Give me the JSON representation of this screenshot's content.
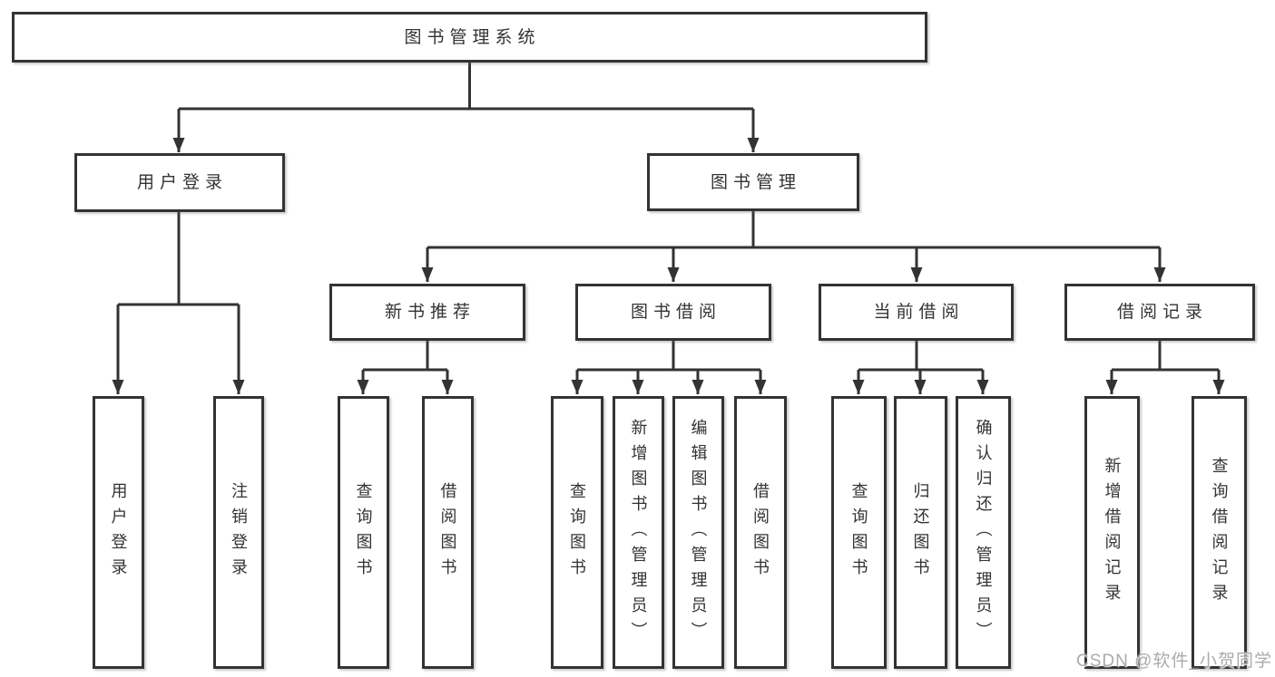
{
  "diagram": {
    "type": "hierarchy-tree",
    "tree": {
      "root": {
        "label": "图书管理系统",
        "children": [
          {
            "id": "user-login",
            "label": "用户登录",
            "children": [
              {
                "label": "用户登录"
              },
              {
                "label": "注销登录"
              }
            ]
          },
          {
            "id": "book-management",
            "label": "图书管理",
            "children": [
              {
                "id": "new-book-recommend",
                "label": "新书推荐",
                "children": [
                  {
                    "label": "查询图书"
                  },
                  {
                    "label": "借阅图书"
                  }
                ]
              },
              {
                "id": "book-borrowing",
                "label": "图书借阅",
                "children": [
                  {
                    "label": "查询图书"
                  },
                  {
                    "label": "新增图书（管理员）"
                  },
                  {
                    "label": "编辑图书（管理员）"
                  },
                  {
                    "label": "借阅图书"
                  }
                ]
              },
              {
                "id": "current-borrowing",
                "label": "当前借阅",
                "children": [
                  {
                    "label": "查询图书"
                  },
                  {
                    "label": "归还图书"
                  },
                  {
                    "label": "确认归还（管理员）"
                  }
                ]
              },
              {
                "id": "borrowing-records",
                "label": "借阅记录",
                "children": [
                  {
                    "label": "新增借阅记录"
                  },
                  {
                    "label": "查询借阅记录"
                  }
                ]
              }
            ]
          }
        ]
      }
    },
    "colors": {
      "line": "#333333",
      "box_border": "#333333",
      "text": "#333333",
      "background": "#ffffff",
      "watermark_text": "#ababab"
    }
  },
  "watermark": {
    "text": "CSDN @软件_小贺同学"
  }
}
